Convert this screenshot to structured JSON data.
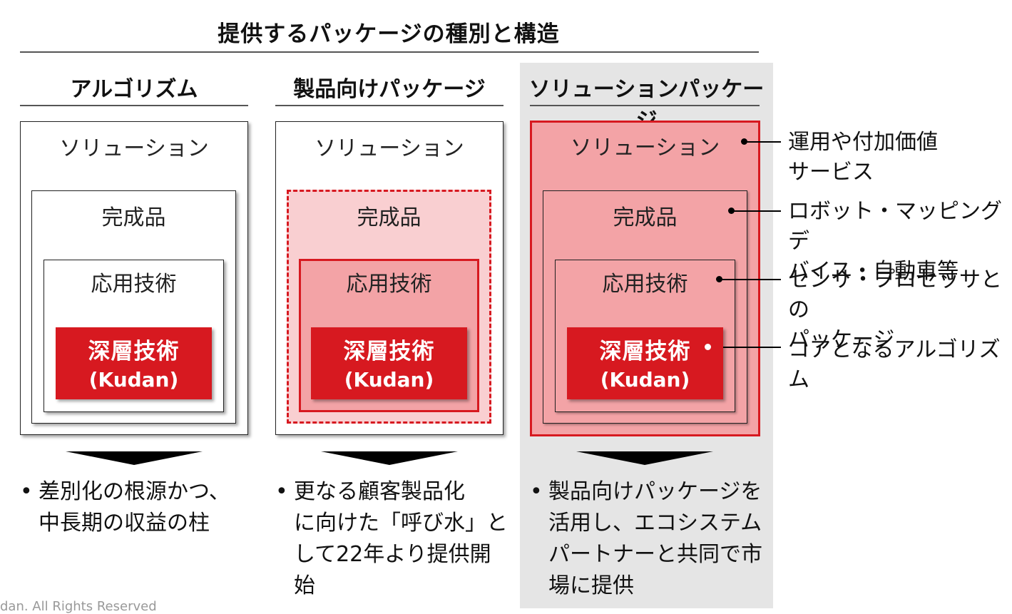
{
  "title": "提供するパッケージの種別と構造",
  "columns": [
    {
      "header": "アルゴリズム",
      "bullet": "差別化の根源かつ、\n中長期の収益の柱"
    },
    {
      "header": "製品向けパッケージ",
      "bullet": "更なる顧客製品化\nに向けた「呼び水」と\nして22年より提供開\n始"
    },
    {
      "header": "ソリューションパッケージ",
      "bullet": "製品向けパッケージを\n活用し、エコシステム\nパートナーと共同で市\n場に提供"
    }
  ],
  "layers": {
    "solution": "ソリューション",
    "product": "完成品",
    "application": "応用技術",
    "core_line1": "深層技術",
    "core_line2": "(Kudan)"
  },
  "callouts": [
    "運用や付加価値\nサービス",
    "ロボット・マッピングデ\nバイス・自動車等",
    "センサ・プロセッサとの\nパッケージ",
    "コアとなるアルゴリズム"
  ],
  "footer": "dan. All Rights Reserved",
  "colors": {
    "accent": "#d71920",
    "pink_light": "#f9cfd1",
    "pink_mid": "#f3a3a6",
    "panel_gray": "#e5e5e5"
  }
}
